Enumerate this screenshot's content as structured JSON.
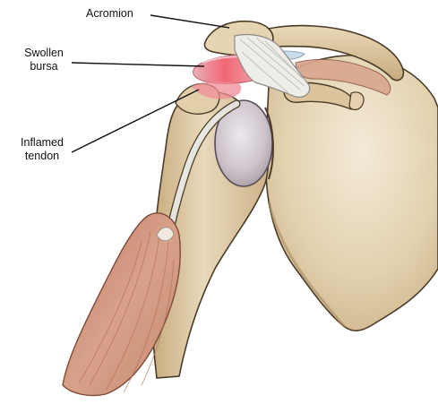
{
  "labels": {
    "acromion": "Acromion",
    "bursa": [
      "Swollen",
      "bursa"
    ],
    "tendon": [
      "Inflamed",
      "tendon"
    ]
  },
  "colors": {
    "bone": "#dccaa6",
    "bone_shadow": "#bfa57b",
    "bone_outline": "#4a3b28",
    "humeral_head": "#cfc6cc",
    "bursa_inflamed": "#f2727c",
    "tendon": "#ecebe6",
    "muscle": "#c98a70",
    "leader_line": "#111111"
  }
}
